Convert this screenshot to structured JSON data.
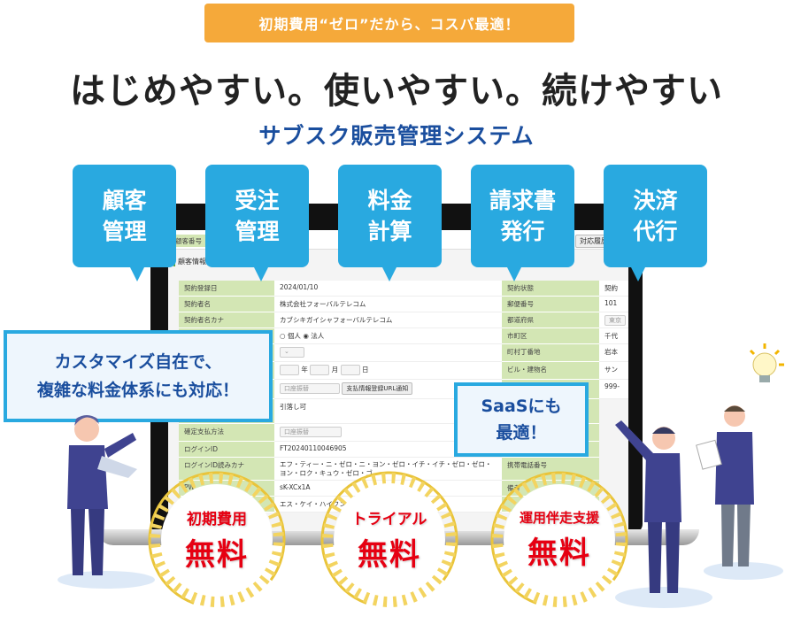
{
  "badge": "初期費用“ゼロ”だから、コスパ最適！",
  "headline": "はじめやすい。使いやすい。続けやすい",
  "subtitle": "サブスク販売管理システム",
  "features": [
    {
      "line1": "顧客",
      "line2": "管理"
    },
    {
      "line1": "受注",
      "line2": "管理"
    },
    {
      "line1": "料金",
      "line2": "計算"
    },
    {
      "line1": "請求書",
      "line2": "発行"
    },
    {
      "line1": "決済",
      "line2": "代行"
    }
  ],
  "screen": {
    "customer_no": "顧客番号",
    "history_button": "対応履歴",
    "section": "顧客情報",
    "rows": {
      "r1": {
        "label": "契約登録日",
        "value": "2024/01/10",
        "label2": "契約状態",
        "value2": "契約"
      },
      "r2": {
        "label": "契約者名",
        "value": "株式会社フォーバルテレコム",
        "label2": "郵便番号",
        "value2": "101"
      },
      "r3": {
        "label": "契約者名カナ",
        "value": "カブシキガイシャフォーバルテレコム",
        "label2": "都道府県",
        "value2": "東京"
      },
      "r4": {
        "individual": "個人",
        "corporate": "法人",
        "label2": "市町区",
        "value2": "千代"
      },
      "r5": {
        "label2": "町村丁番地",
        "value2": "岩本"
      },
      "r6": {
        "year": "年",
        "month": "月",
        "day": "日",
        "label2": "ビル・建物名",
        "value2": "サン"
      },
      "r7": {
        "select": "口座振替",
        "button": "支払情報登録URL通知",
        "value2": "999-"
      },
      "r8": {
        "value": "引落し可"
      },
      "r9": {
        "label": "確定支払方法",
        "select": "口座振替"
      },
      "r10": {
        "label": "ログインID",
        "value": "FT20240110046905"
      },
      "r11": {
        "label": "ログインID読みカナ",
        "value": "エフ・ティー・ニ・ゼロ・ニ・ヨン・ゼロ・イチ・イチ・ゼロ・ゼロ・ヨン・ロク・キュウ・ゼロ・ゴ",
        "label2": "携帯電話番号"
      },
      "r12": {
        "label": "PW",
        "value": "sK-XCx1A",
        "label2": "備考"
      },
      "r13": {
        "value": "エス・ケイ・ハイフン"
      }
    }
  },
  "callout_left": {
    "line1": "カスタマイズ自在で、",
    "line2": "複雑な料金体系にも対応！"
  },
  "callout_right": {
    "line1": "SaaSにも",
    "line2": "最適！"
  },
  "medals": [
    {
      "line1": "初期費用",
      "line2": "無料"
    },
    {
      "line1": "トライアル",
      "line2": "無料"
    },
    {
      "line1": "運用伴走支援",
      "line2": "無料"
    }
  ],
  "colors": {
    "badge": "#f5a93a",
    "accent": "#29a9e0",
    "navy": "#1a4e9e",
    "red": "#e60012",
    "label_green": "#d3e6b4"
  }
}
